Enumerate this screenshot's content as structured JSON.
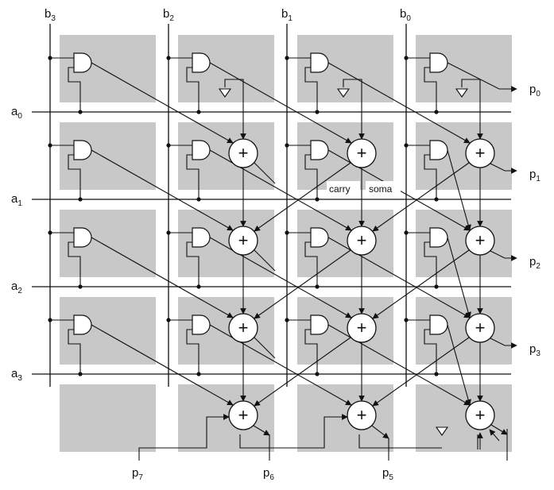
{
  "labels": {
    "b": [
      {
        "base": "b",
        "sub": "3"
      },
      {
        "base": "b",
        "sub": "2"
      },
      {
        "base": "b",
        "sub": "1"
      },
      {
        "base": "b",
        "sub": "0"
      }
    ],
    "a": [
      {
        "base": "a",
        "sub": "0"
      },
      {
        "base": "a",
        "sub": "1"
      },
      {
        "base": "a",
        "sub": "2"
      },
      {
        "base": "a",
        "sub": "3"
      }
    ],
    "p_right": [
      {
        "base": "p",
        "sub": "0"
      },
      {
        "base": "p",
        "sub": "1"
      },
      {
        "base": "p",
        "sub": "2"
      },
      {
        "base": "p",
        "sub": "3"
      }
    ],
    "p_bottom": [
      {
        "base": "p",
        "sub": "7"
      },
      {
        "base": "p",
        "sub": "6"
      },
      {
        "base": "p",
        "sub": "5"
      }
    ]
  },
  "annotations": {
    "carry": "carry",
    "soma": "soma"
  },
  "adder_symbol": "+",
  "colors": {
    "cell_fill": "#c8c8c8",
    "wire": "#111111",
    "background": "#ffffff"
  }
}
